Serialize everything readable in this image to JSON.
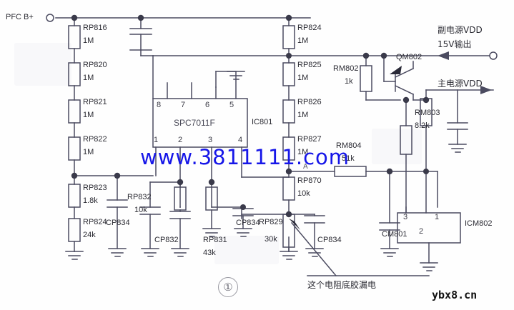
{
  "figure": {
    "number": "①",
    "caption_number": "1"
  },
  "watermarks": {
    "center": "www.3811111.com",
    "corner": "ybx8.cn"
  },
  "terminals": [
    {
      "name": "pfc-b-plus",
      "label": "PFC B+"
    },
    {
      "name": "aux-supply",
      "label_line1": "副电源VDD",
      "label_line2": "15V输出"
    },
    {
      "name": "main-supply",
      "label": "主电源VDD"
    }
  ],
  "ic": {
    "main": {
      "ref": "IC801",
      "part": "SPC7011F",
      "pins_top": [
        "8",
        "7",
        "6",
        "5"
      ],
      "pins_bottom": [
        "1",
        "2",
        "3",
        "4"
      ]
    },
    "opto": {
      "ref": "ICM802",
      "pins_top": [
        "3",
        "1"
      ],
      "pin_bottom": "2"
    }
  },
  "transistor": {
    "ref": "QM802",
    "type": "pnp"
  },
  "node_labels": [
    {
      "name": "node-a",
      "label": "A"
    }
  ],
  "annotation": {
    "text": "这个电阻底胶漏电"
  },
  "components": [
    {
      "ref": "RP816",
      "value": "1M",
      "type": "resistor"
    },
    {
      "ref": "RP820",
      "value": "1M",
      "type": "resistor"
    },
    {
      "ref": "RP821",
      "value": "1M",
      "type": "resistor"
    },
    {
      "ref": "RP822",
      "value": "1M",
      "type": "resistor"
    },
    {
      "ref": "RP823",
      "value": "1.8k",
      "type": "resistor"
    },
    {
      "ref": "RP824",
      "value": "24k",
      "type": "resistor"
    },
    {
      "ref": "RP824",
      "value": "1M",
      "type": "resistor"
    },
    {
      "ref": "RP825",
      "value": "1M",
      "type": "resistor"
    },
    {
      "ref": "RP826",
      "value": "1M",
      "type": "resistor"
    },
    {
      "ref": "RP827",
      "value": "1M",
      "type": "resistor"
    },
    {
      "ref": "RP870",
      "value": "10k",
      "type": "resistor"
    },
    {
      "ref": "RP829",
      "value": "30k",
      "type": "potentiometer"
    },
    {
      "ref": "RP831",
      "value": "43k",
      "type": "resistor"
    },
    {
      "ref": "RP832",
      "value": "10k",
      "type": "resistor"
    },
    {
      "ref": "RM802",
      "value": "1k",
      "type": "resistor"
    },
    {
      "ref": "RM803",
      "value": "8.2k",
      "type": "resistor"
    },
    {
      "ref": "RM804",
      "value": "51k",
      "type": "resistor"
    },
    {
      "ref": "CP832",
      "value": "",
      "type": "capacitor"
    },
    {
      "ref": "CP834",
      "value": "",
      "type": "capacitor"
    },
    {
      "ref": "CM801",
      "value": "",
      "type": "capacitor"
    }
  ],
  "labels": {
    "rp816": "RP816",
    "rp816v": "1M",
    "rp820": "RP820",
    "rp820v": "1M",
    "rp821": "RP821",
    "rp821v": "1M",
    "rp822": "RP822",
    "rp822v": "1M",
    "rp823": "RP823",
    "rp823v": "1.8k",
    "rp824l": "RP824",
    "rp824lv": "24k",
    "rp824r": "RP824",
    "rp824rv": "1M",
    "rp825": "RP825",
    "rp825v": "1M",
    "rp826": "RP826",
    "rp826v": "1M",
    "rp827": "RP827",
    "rp827v": "1M",
    "rp870": "RP870",
    "rp870v": "10k",
    "rp829": "RP829",
    "rp829v": "30k",
    "rp831": "RP831",
    "rp831v": "43k",
    "rp832": "RP832",
    "rp832v": "10k",
    "rm802": "RM802",
    "rm802v": "1k",
    "rm803": "RM803",
    "rm803v": "8.2k",
    "rm804": "RM804",
    "rm804v": "51k",
    "cp832": "CP832",
    "cp834a": "CP834",
    "cp834b": "CP834",
    "cp834c": "CP834",
    "cm801": "CM801",
    "ic801": "IC801",
    "spc": "SPC7011F",
    "icm802": "ICM802",
    "qm802": "QM802",
    "nodeA": "A",
    "pin8": "8",
    "pin7": "7",
    "pin6": "6",
    "pin5": "5",
    "pin1": "1",
    "pin2": "2",
    "pin3": "3",
    "pin4": "4",
    "opto3": "3",
    "opto1": "1",
    "opto2": "2"
  },
  "colors": {
    "wire": "#4b4b60",
    "component_outline": "#3c3c50",
    "text": "#2b2b33",
    "watermark": "#1616e8",
    "background": "#ffffff"
  }
}
